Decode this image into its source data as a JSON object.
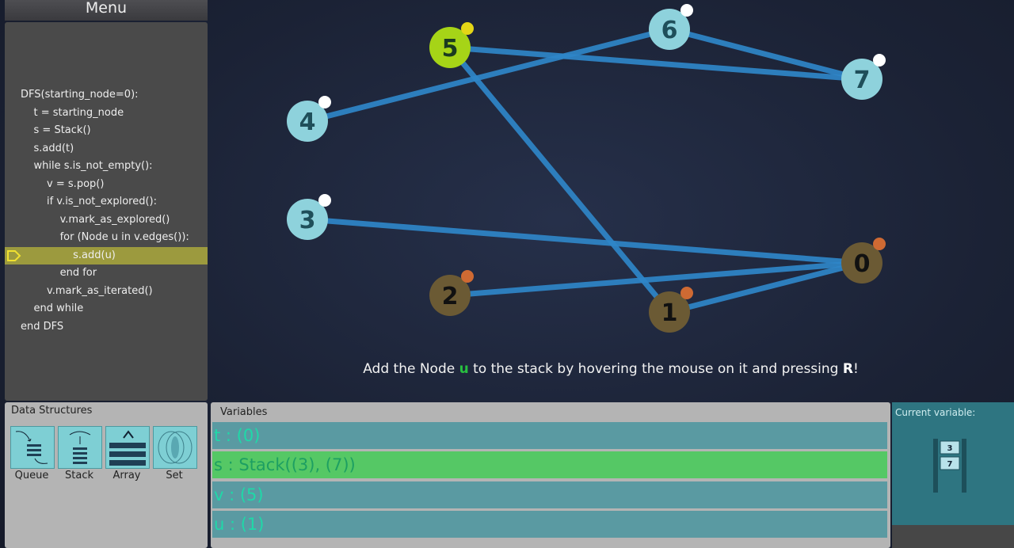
{
  "menu": {
    "title": "Menu"
  },
  "code": {
    "lines": [
      "DFS(starting_node=0):",
      "    t = starting_node",
      "    s = Stack()",
      "    s.add(t)",
      "    while s.is_not_empty():",
      "        v = s.pop()",
      "        if v.is_not_explored():",
      "            v.mark_as_explored()",
      "            for (Node u in v.edges()):",
      "                s.add(u)",
      "            end for",
      "        v.mark_as_iterated()",
      "    end while",
      "end DFS"
    ],
    "active_line": 9
  },
  "graph": {
    "nodes": [
      {
        "label": "0",
        "state": "visited"
      },
      {
        "label": "1",
        "state": "visited"
      },
      {
        "label": "2",
        "state": "visited"
      },
      {
        "label": "3",
        "state": "in_stack"
      },
      {
        "label": "4",
        "state": "unvisited"
      },
      {
        "label": "5",
        "state": "current"
      },
      {
        "label": "6",
        "state": "unvisited"
      },
      {
        "label": "7",
        "state": "in_stack"
      }
    ],
    "edges": [
      [
        "5",
        "7"
      ],
      [
        "5",
        "1"
      ],
      [
        "4",
        "6"
      ],
      [
        "6",
        "7"
      ],
      [
        "3",
        "0"
      ],
      [
        "2",
        "0"
      ],
      [
        "1",
        "0"
      ]
    ],
    "colors": {
      "edge": "#2f86c8",
      "node_unvisited": "#8ed2dc",
      "node_visited": "#6b5a34",
      "node_current": "#a6d417",
      "dot_white": "#ffffff",
      "dot_orange": "#cf6a33",
      "dot_yellow": "#e4d616"
    }
  },
  "instruction": {
    "before": "Add the Node ",
    "var": "u",
    "middle": " to the stack by hovering the mouse on it and pressing ",
    "key": "R",
    "after": "!"
  },
  "data_structures": {
    "title": "Data Structures",
    "items": [
      {
        "label": "Queue",
        "icon": "queue-icon"
      },
      {
        "label": "Stack",
        "icon": "stack-icon"
      },
      {
        "label": "Array",
        "icon": "array-icon"
      },
      {
        "label": "Set",
        "icon": "set-icon"
      }
    ]
  },
  "variables": {
    "title": "Variables",
    "rows": [
      {
        "text": "t : (0)",
        "highlighted": false
      },
      {
        "text": "s : Stack((3), (7))",
        "highlighted": true
      },
      {
        "text": "v : (5)",
        "highlighted": false
      },
      {
        "text": "u : (1)",
        "highlighted": false
      }
    ]
  },
  "current_variable": {
    "title": "Current variable:",
    "stack_items": [
      "3",
      "7"
    ]
  }
}
